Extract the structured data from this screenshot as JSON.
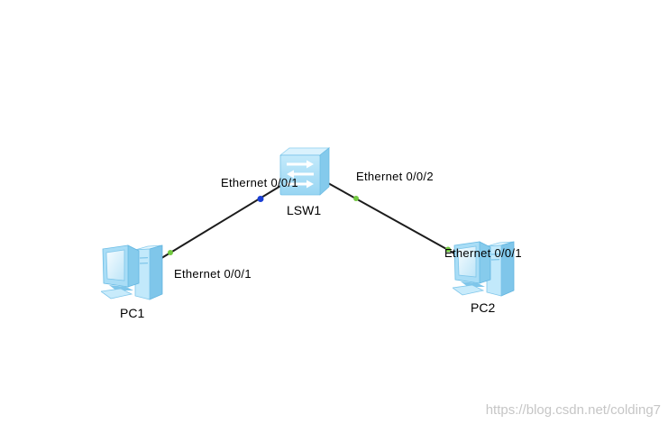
{
  "devices": {
    "switch": {
      "label": "LSW1",
      "icon": "switch-icon"
    },
    "pc1": {
      "label": "PC1",
      "icon": "pc-icon"
    },
    "pc2": {
      "label": "PC2",
      "icon": "pc-icon"
    }
  },
  "links": [
    {
      "end_a": {
        "port": "Ethernet 0/0/1",
        "port_color": "#72c940"
      },
      "end_b": {
        "port": "Ethernet 0/0/1",
        "port_color": "#1a3fd4"
      }
    },
    {
      "end_a": {
        "port": "Ethernet 0/0/2",
        "port_color": "#72c940"
      },
      "end_b": {
        "port": "Ethernet 0/0/1",
        "port_color": "#72c940"
      }
    }
  ],
  "colors": {
    "link": "#1c1c1c",
    "watermark": "#c6c6c6"
  },
  "watermark": "https://blog.csdn.net/colding7"
}
